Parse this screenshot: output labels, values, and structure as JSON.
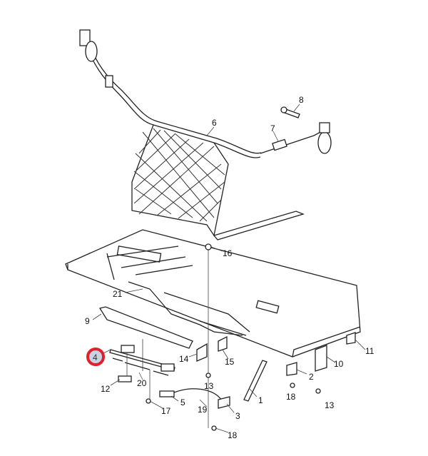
{
  "diagram": {
    "highlight_color": "#e0202a",
    "highlight_fill": "#c9d3e4",
    "callouts": [
      "1",
      "2",
      "3",
      "4",
      "5",
      "6",
      "7",
      "8",
      "9",
      "10",
      "11",
      "12",
      "13",
      "13",
      "13",
      "14",
      "15",
      "16",
      "17",
      "18",
      "18",
      "19",
      "20",
      "21"
    ]
  }
}
